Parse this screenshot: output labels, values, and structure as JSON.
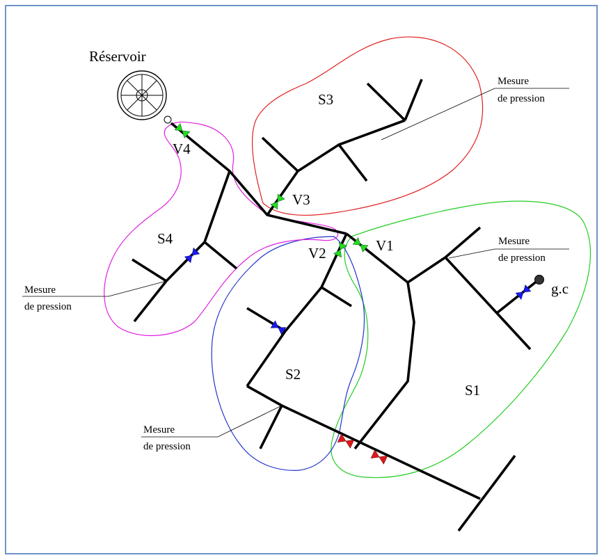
{
  "labels": {
    "reservoir": "Réservoir",
    "s1": "S1",
    "s2": "S2",
    "s3": "S3",
    "s4": "S4",
    "v1": "V1",
    "v2": "V2",
    "v3": "V3",
    "v4": "V4",
    "gc": "g.c"
  },
  "pressure_notes": {
    "top_right": {
      "line1": "Mesure",
      "line2": "de pression"
    },
    "mid_right": {
      "line1": "Mesure",
      "line2": "de pression"
    },
    "left": {
      "line1": "Mesure",
      "line2": "de pression"
    },
    "bottom": {
      "line1": "Mesure",
      "line2": "de pression"
    }
  },
  "colors": {
    "frame": "#6f93c8",
    "sector_s1": "#22cc22",
    "sector_s2": "#2233cc",
    "sector_s3": "#e02020",
    "sector_s4": "#e020e0",
    "valve_green": "#22dd22",
    "valve_blue": "#1a1aee",
    "valve_red": "#e01818",
    "pipe": "#000000"
  }
}
